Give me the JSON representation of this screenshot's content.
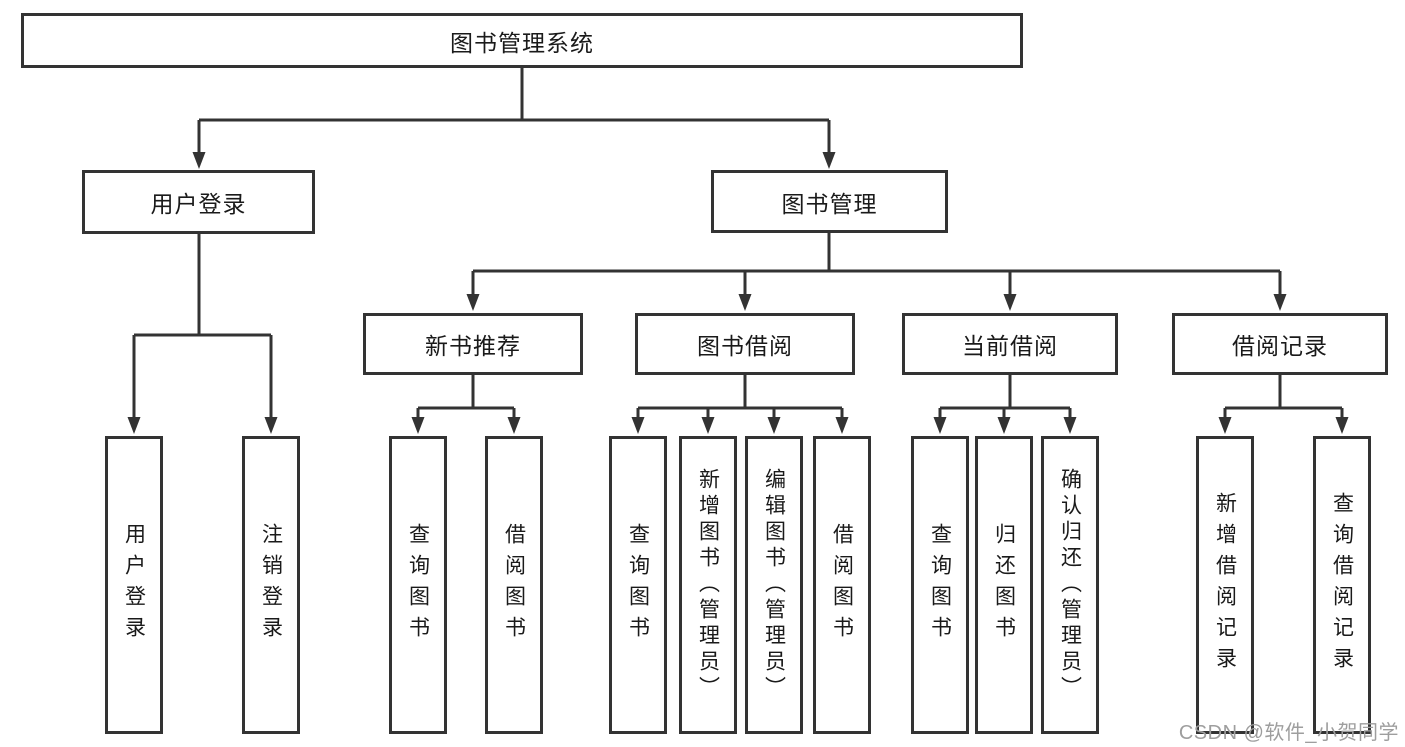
{
  "diagram": {
    "title": "图书管理系统",
    "root": {
      "label": "图书管理系统"
    },
    "level2": [
      {
        "label": "用户登录"
      },
      {
        "label": "图书管理"
      }
    ],
    "level3": [
      {
        "label": "新书推荐"
      },
      {
        "label": "图书借阅"
      },
      {
        "label": "当前借阅"
      },
      {
        "label": "借阅记录"
      }
    ],
    "leaves": {
      "user_login": [
        {
          "label": "用户登录"
        },
        {
          "label": "注销登录"
        }
      ],
      "new_books": [
        {
          "label": "查询图书"
        },
        {
          "label": "借阅图书"
        }
      ],
      "book_borrow": [
        {
          "label": "查询图书"
        },
        {
          "label": "新增图书（管理员）"
        },
        {
          "label": "编辑图书（管理员）"
        },
        {
          "label": "借阅图书"
        }
      ],
      "current_borrow": [
        {
          "label": "查询图书"
        },
        {
          "label": "归还图书"
        },
        {
          "label": "确认归还（管理员）"
        }
      ],
      "borrow_records": [
        {
          "label": "新增借阅记录"
        },
        {
          "label": "查询借阅记录"
        }
      ]
    },
    "watermark": "CSDN @软件_小贺同学",
    "colors": {
      "line": "#333333",
      "text": "#1a1a1a",
      "background": "#ffffff",
      "watermark": "#9e9e9e"
    }
  }
}
